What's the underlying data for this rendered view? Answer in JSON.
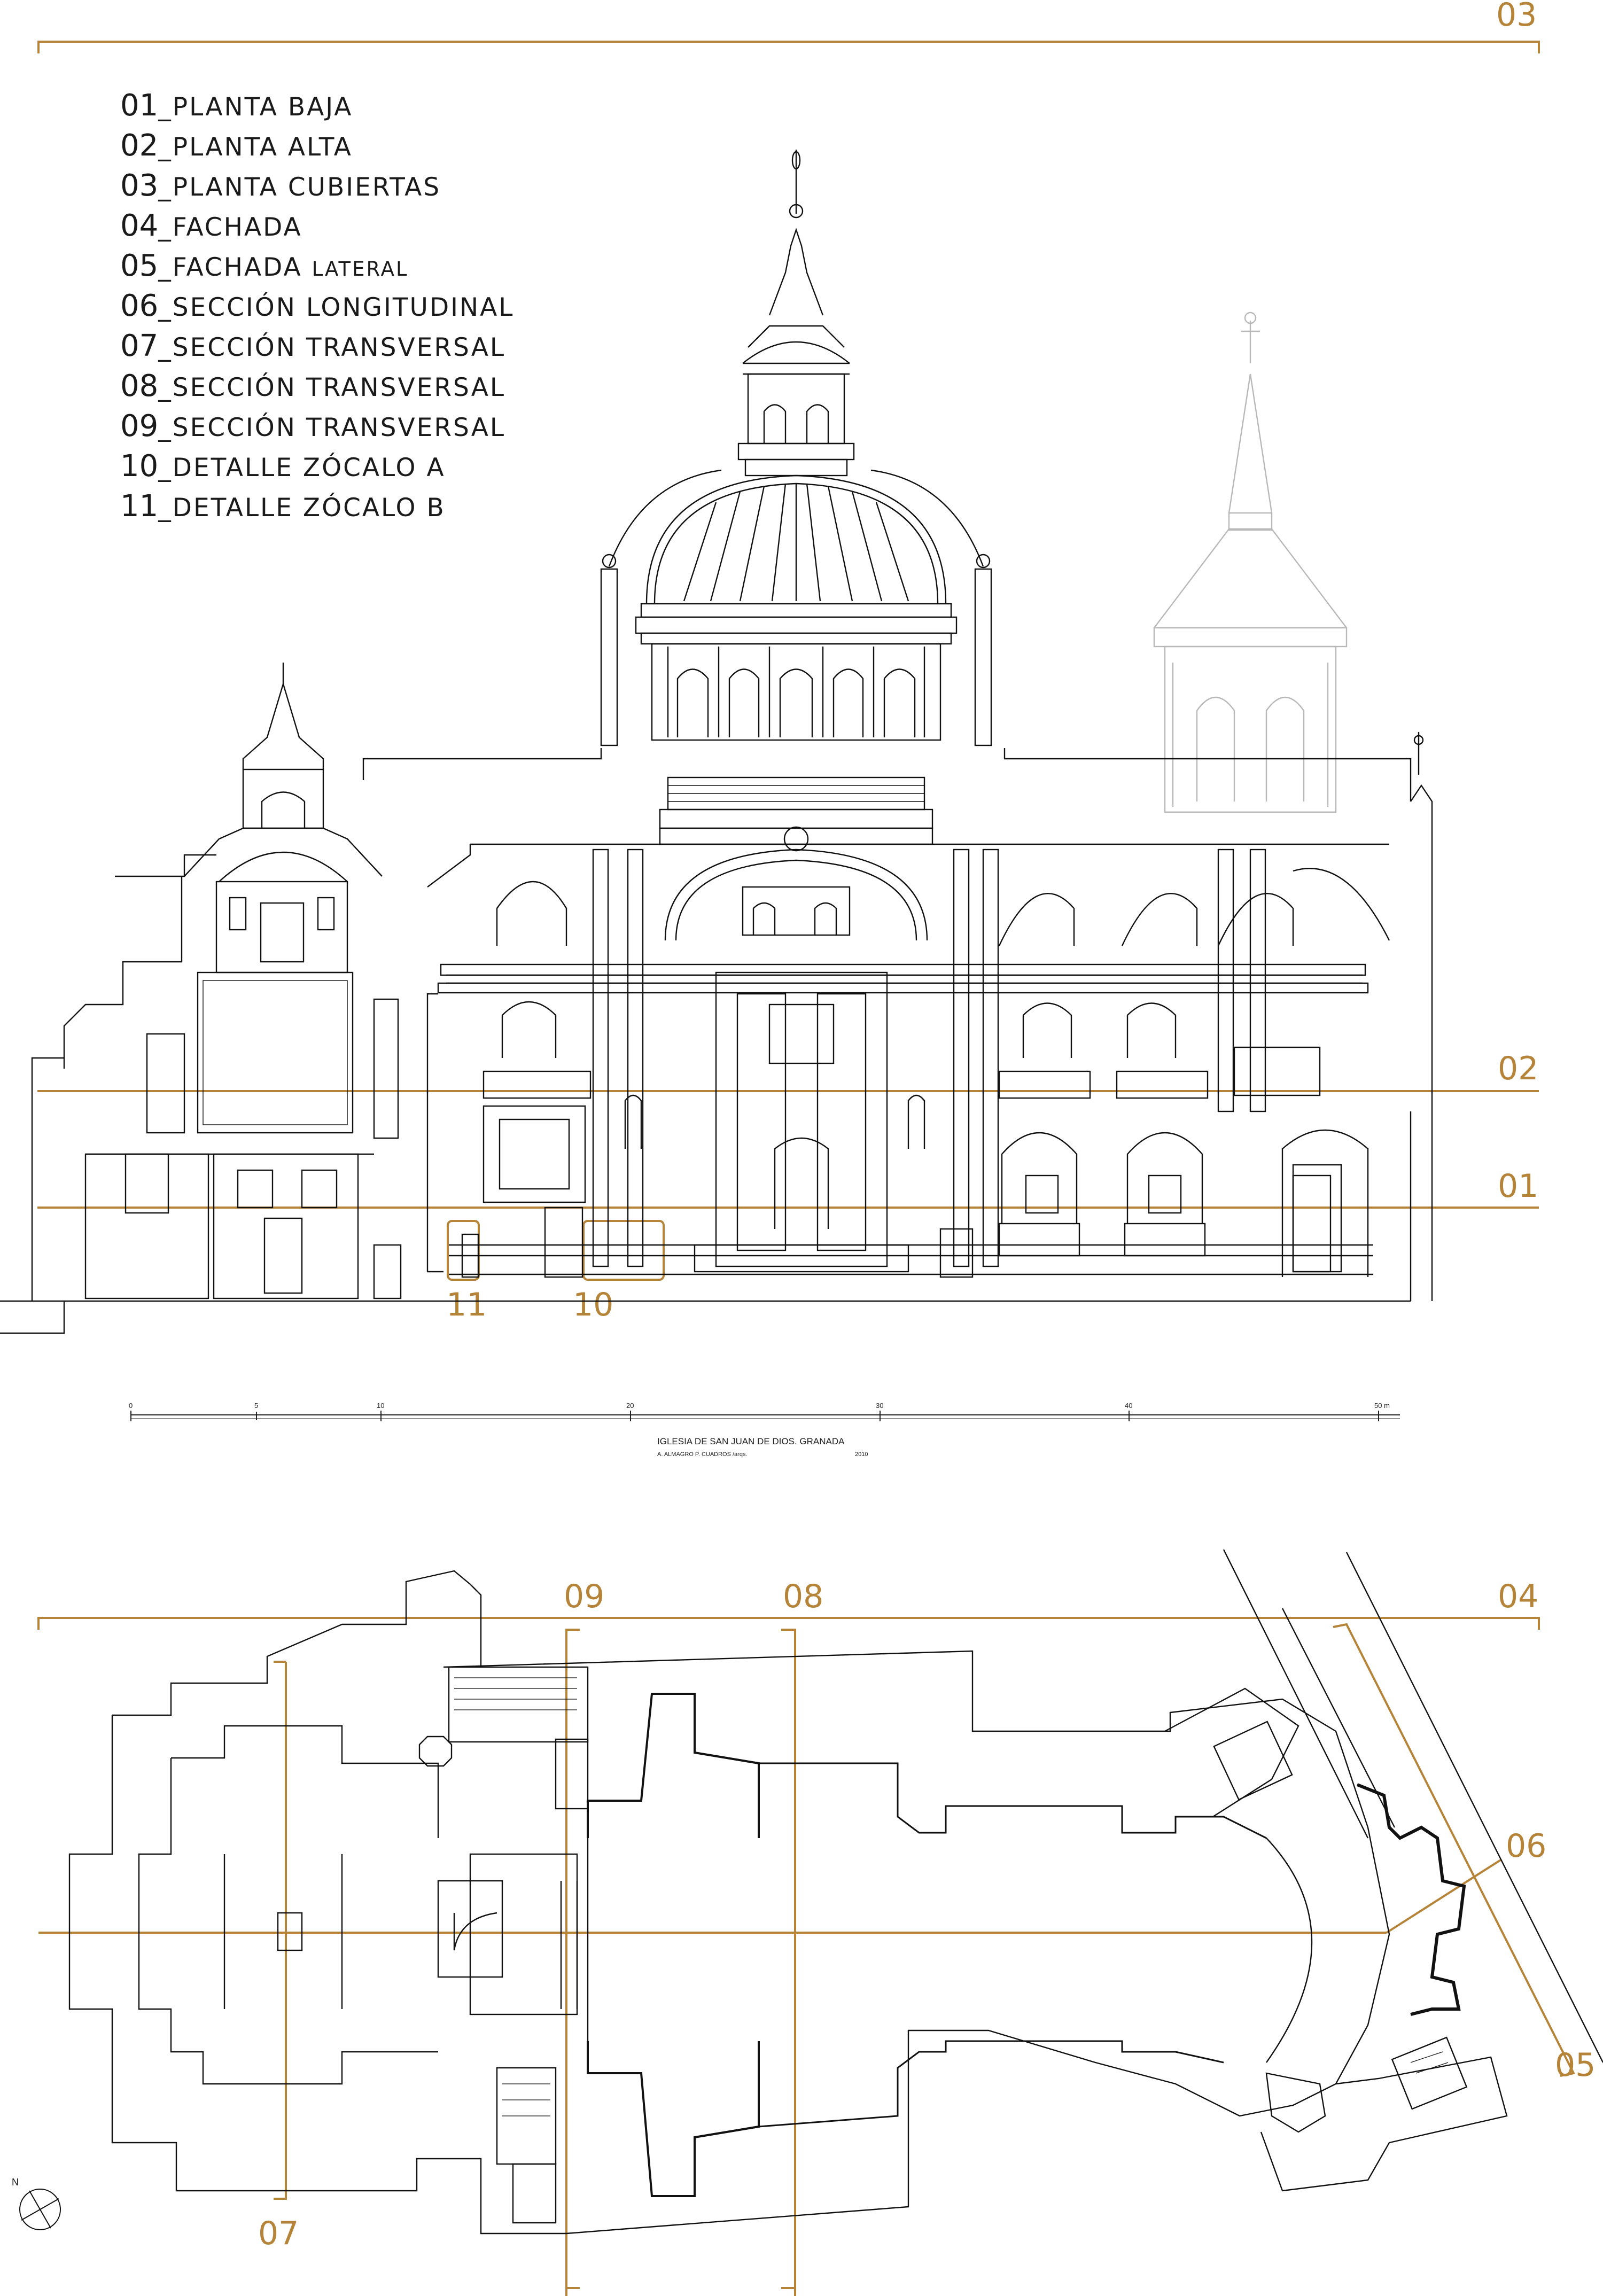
{
  "legend": [
    {
      "num": "01",
      "text": "PLANTA BAJA",
      "sub": ""
    },
    {
      "num": "02",
      "text": "PLANTA ALTA",
      "sub": ""
    },
    {
      "num": "03",
      "text": "PLANTA CUBIERTAS",
      "sub": ""
    },
    {
      "num": "04",
      "text": "FACHADA",
      "sub": ""
    },
    {
      "num": "05",
      "text": "FACHADA ",
      "sub": "LATERAL"
    },
    {
      "num": "06",
      "text": "SECCIÓN LONGITUDINAL",
      "sub": ""
    },
    {
      "num": "07",
      "text": "SECCIÓN TRANSVERSAL",
      "sub": ""
    },
    {
      "num": "08",
      "text": "SECCIÓN TRANSVERSAL",
      "sub": ""
    },
    {
      "num": "09",
      "text": "SECCIÓN TRANSVERSAL",
      "sub": ""
    },
    {
      "num": "10",
      "text": "DETALLE ZÓCALO A",
      "sub": ""
    },
    {
      "num": "11",
      "text": "DETALLE ZÓCALO B",
      "sub": ""
    }
  ],
  "section_marks": {
    "s01": "01",
    "s02": "02",
    "s03": "03",
    "s04": "04",
    "s05": "05",
    "s06": "06",
    "s07": "07",
    "s08": "08",
    "s09": "09",
    "s10": "10",
    "s11": "11"
  },
  "scale_bar": {
    "ticks": [
      "0",
      "5",
      "10",
      "20",
      "30",
      "40",
      "50 m"
    ]
  },
  "caption": {
    "title": "IGLESIA DE SAN JUAN DE DIOS. GRANADA",
    "authors": "A. ALMAGRO   P. CUADROS  /arqs.",
    "year": "2010"
  },
  "colors": {
    "section_line": "#b58438",
    "drawing_line": "#111111",
    "tower_line": "#b8b8b8"
  },
  "compass": {
    "north": "N"
  }
}
